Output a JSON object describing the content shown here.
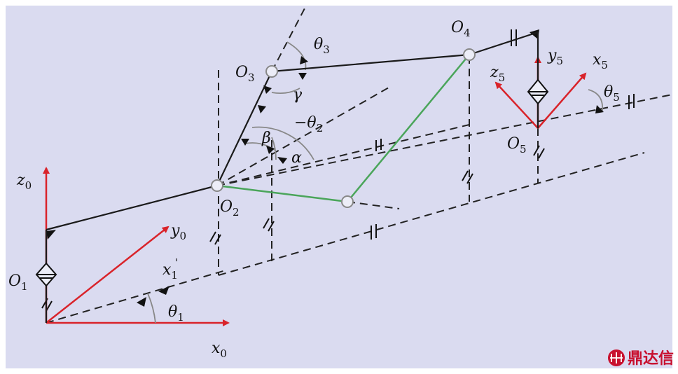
{
  "colors": {
    "background": "#dadbf0",
    "link": "#1a1a1a",
    "dashed": "#222222",
    "axis": "#d9232a",
    "green": "#4aa55a",
    "joint": "#ecedf7",
    "watermark": "#c8102e"
  },
  "labels": {
    "o1": {
      "main": "O",
      "sub": "1"
    },
    "o2": {
      "main": "O",
      "sub": "2"
    },
    "o3": {
      "main": "O",
      "sub": "3"
    },
    "o4": {
      "main": "O",
      "sub": "4"
    },
    "o5": {
      "main": "O",
      "sub": "5"
    },
    "x0": {
      "main": "x",
      "sub": "0"
    },
    "y0": {
      "main": "y",
      "sub": "0"
    },
    "z0": {
      "main": "z",
      "sub": "0"
    },
    "x1p": {
      "main": "x",
      "sub": "1",
      "sup": "'"
    },
    "x5": {
      "main": "x",
      "sub": "5"
    },
    "y5": {
      "main": "y",
      "sub": "5"
    },
    "z5": {
      "main": "z",
      "sub": "5"
    },
    "theta1": {
      "main": "θ",
      "sub": "1"
    },
    "theta3": {
      "main": "θ",
      "sub": "3"
    },
    "theta5": {
      "main": "θ",
      "sub": "5"
    },
    "neg_theta2": {
      "main": "−θ",
      "sub": "2"
    },
    "alpha": {
      "main": "α"
    },
    "beta": {
      "main": "β"
    },
    "gamma": {
      "main": "γ"
    }
  },
  "watermark": {
    "icon": "dingdaxin-logo-icon",
    "text": "鼎达信"
  }
}
